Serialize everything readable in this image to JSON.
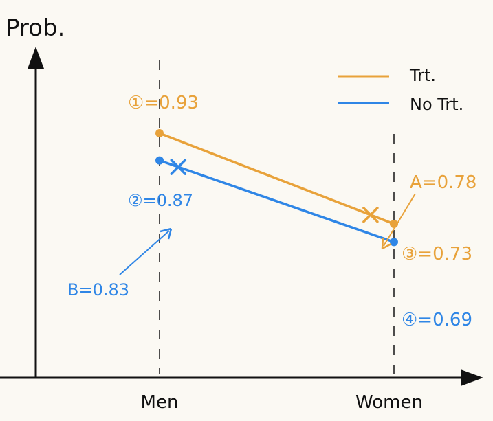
{
  "chart_data": {
    "type": "line",
    "ylabel": "Prob.",
    "categories": [
      "Men",
      "Women"
    ],
    "series": [
      {
        "name": "Trt.",
        "color": "#e8a23a",
        "values": [
          0.93,
          0.73
        ]
      },
      {
        "name": "No Trt.",
        "color": "#2f86e6",
        "values": [
          0.87,
          0.69
        ]
      }
    ],
    "point_labels": [
      "①=0.93",
      "②=0.87",
      "③=0.73",
      "④=0.69"
    ],
    "annotations": [
      {
        "label": "A=0.78",
        "color": "#e8a23a",
        "series": "Trt.",
        "position": 0.9
      },
      {
        "label": "B=0.83",
        "color": "#2f86e6",
        "series": "No Trt.",
        "position": 0.08
      }
    ],
    "legend_position": "top-right",
    "grid": false
  }
}
